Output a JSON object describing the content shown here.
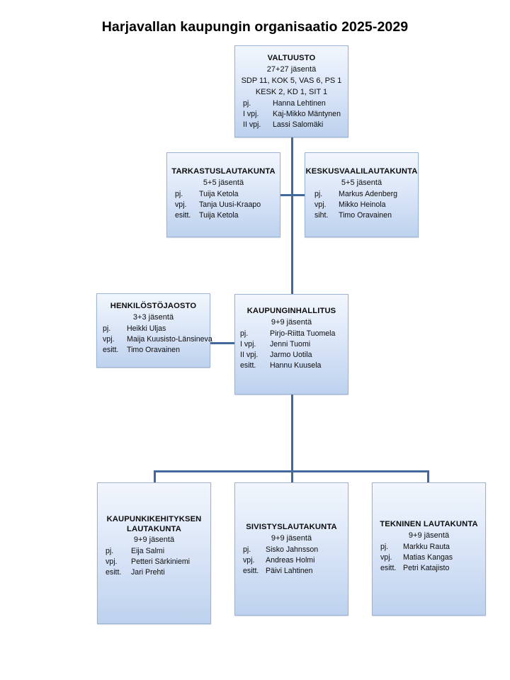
{
  "title": "Harjavallan kaupungin organisaatio 2025-2029",
  "theme": {
    "line_color": "#41699b",
    "box_border": "#9bb3d4",
    "box_fill_top": "#f2f6fc",
    "box_fill_bottom": "#bdd2ee",
    "text_color": "#0d0d0d",
    "page_background": "#ffffff"
  },
  "boxes": {
    "valtuusto": {
      "title": "VALTUUSTO",
      "members": "27+27 jäsentä",
      "seats_line1": "SDP 11, KOK 5, VAS 6, PS 1",
      "seats_line2": "KESK 2, KD 1, SIT 1",
      "roles": [
        {
          "key": "pj.",
          "name": "Hanna Lehtinen"
        },
        {
          "key": "I vpj.",
          "name": "Kaj-Mikko Mäntynen"
        },
        {
          "key": "II vpj.",
          "name": "Lassi Salomäki"
        }
      ]
    },
    "tarkastuslautakunta": {
      "title": "TARKASTUSLAUTAKUNTA",
      "members": "5+5 jäsentä",
      "roles": [
        {
          "key": "pj.",
          "name": "Tuija Ketola"
        },
        {
          "key": "vpj.",
          "name": "Tanja Uusi-Kraapo"
        },
        {
          "key": "esitt.",
          "name": "Tuija Ketola"
        }
      ]
    },
    "keskusvaalilautakunta": {
      "title": "KESKUSVAALILAUTAKUNTA",
      "members": "5+5 jäsentä",
      "roles": [
        {
          "key": "pj.",
          "name": "Markus Adenberg"
        },
        {
          "key": "vpj.",
          "name": "Mikko Heinola"
        },
        {
          "key": "siht.",
          "name": "Timo Oravainen"
        }
      ]
    },
    "henkilostojaosto": {
      "title": "HENKILÖSTÖJAOSTO",
      "members": "3+3 jäsentä",
      "roles": [
        {
          "key": "pj.",
          "name": "Heikki Uljas"
        },
        {
          "key": "vpj.",
          "name": "Maija Kuusisto-Länsineva"
        },
        {
          "key": "esitt.",
          "name": "Timo Oravainen"
        }
      ]
    },
    "kaupunginhallitus": {
      "title": "KAUPUNGINHALLITUS",
      "members": "9+9 jäsentä",
      "roles": [
        {
          "key": "pj.",
          "name": "Pirjo-Riitta Tuomela"
        },
        {
          "key": "I vpj.",
          "name": "Jenni Tuomi"
        },
        {
          "key": "II vpj.",
          "name": "Jarmo Uotila"
        },
        {
          "key": "esitt.",
          "name": "Hannu Kuusela"
        }
      ]
    },
    "kaupunkikehityksen_lautakunta": {
      "title": "KAUPUNKIKEHITYKSEN\nLAUTAKUNTA",
      "members": "9+9 jäsentä",
      "roles": [
        {
          "key": "pj.",
          "name": "Eija Salmi"
        },
        {
          "key": "vpj.",
          "name": "Petteri Särkiniemi"
        },
        {
          "key": "esitt.",
          "name": "Jari Prehti"
        }
      ]
    },
    "sivistyslautakunta": {
      "title": "SIVISTYSLAUTAKUNTA",
      "members": "9+9 jäsentä",
      "roles": [
        {
          "key": "pj.",
          "name": "Sisko Jahnsson"
        },
        {
          "key": "vpj.",
          "name": "Andreas Holmi"
        },
        {
          "key": "esitt.",
          "name": "Päivi Lahtinen"
        }
      ]
    },
    "tekninen_lautakunta": {
      "title": "TEKNINEN LAUTAKUNTA",
      "members": "9+9 jäsentä",
      "roles": [
        {
          "key": "pj.",
          "name": "Markku Rauta"
        },
        {
          "key": "vpj.",
          "name": "Matias Kangas"
        },
        {
          "key": "esitt.",
          "name": "Petri Katajisto"
        }
      ]
    }
  }
}
